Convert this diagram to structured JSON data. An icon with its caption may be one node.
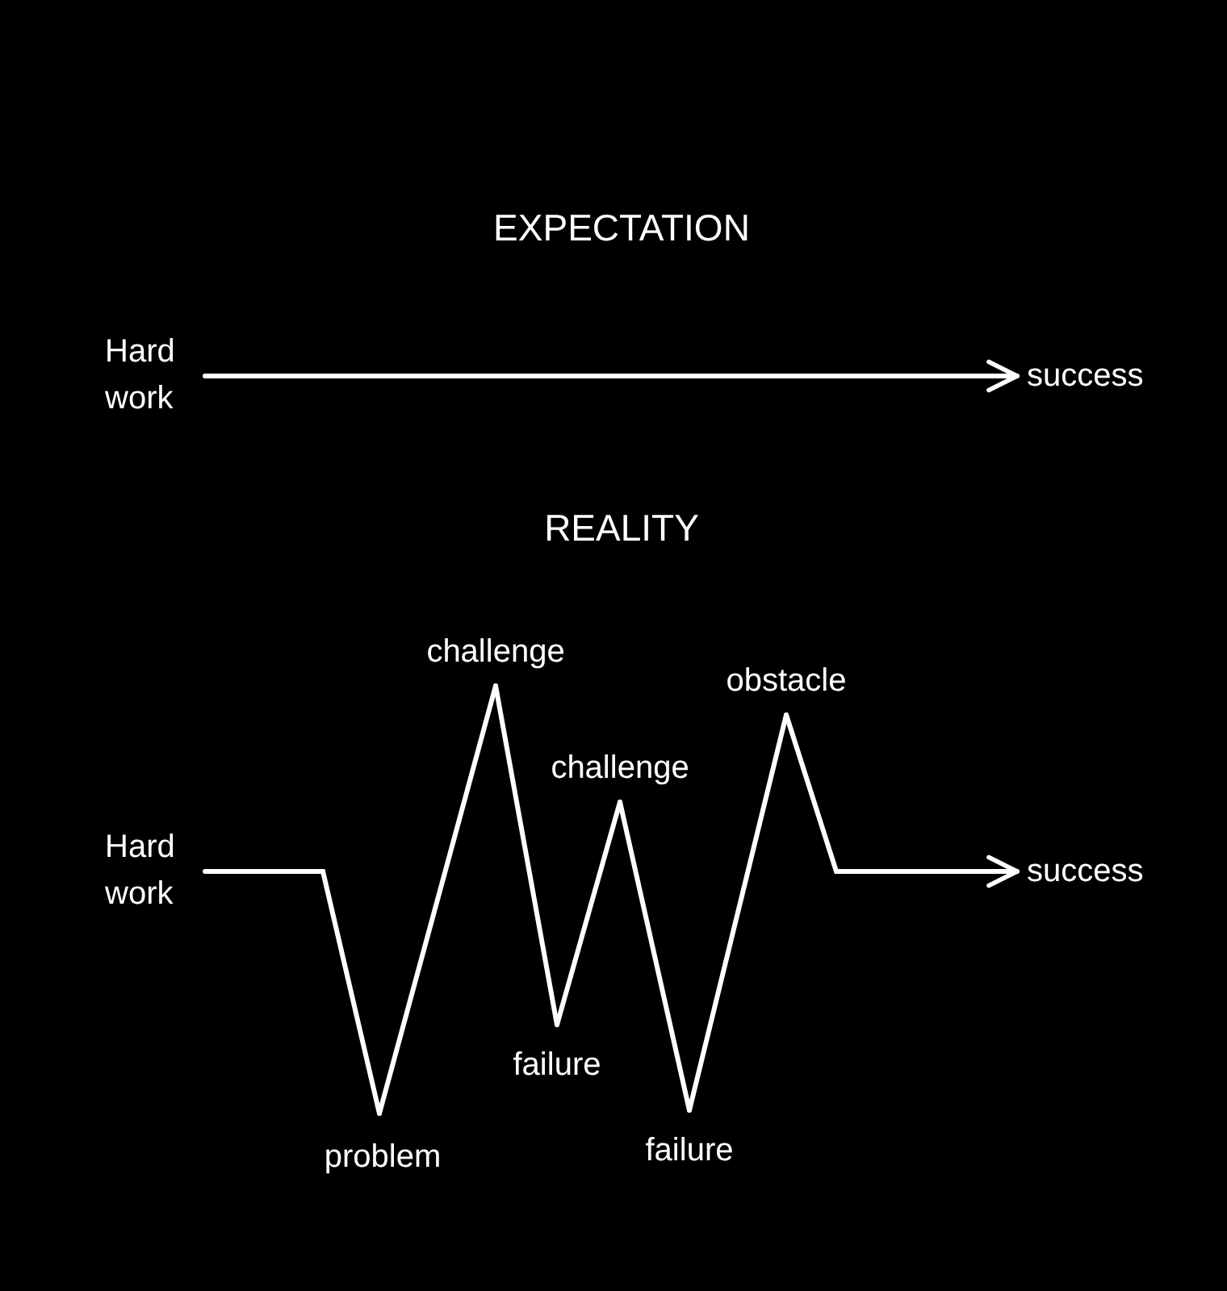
{
  "diagram": {
    "nodes": [
      {
        "text": [
          "Hard work"
        ]
      },
      {
        "text": [
          "success"
        ]
      },
      {
        "text": [
          "Hard work"
        ]
      },
      {
        "text": [
          "problem"
        ]
      },
      {
        "text": [
          "challenge"
        ]
      },
      {
        "text": [
          "failure"
        ]
      },
      {
        "text": [
          "challenge"
        ]
      },
      {
        "text": [
          "failure"
        ]
      },
      {
        "text": [
          "obstacle"
        ]
      },
      {
        "text": [
          "success"
        ]
      }
    ],
    "edges": [
      {
        "from": 0,
        "to": 1,
        "arrow": "to"
      },
      {
        "from": 2,
        "to": 3,
        "arrow": "none"
      },
      {
        "from": 3,
        "to": 4,
        "arrow": "none"
      },
      {
        "from": 4,
        "to": 5,
        "arrow": "none"
      },
      {
        "from": 5,
        "to": 6,
        "arrow": "none"
      },
      {
        "from": 6,
        "to": 7,
        "arrow": "none"
      },
      {
        "from": 7,
        "to": 8,
        "arrow": "none"
      },
      {
        "from": 8,
        "to": 9,
        "arrow": "to"
      }
    ],
    "labels": [
      "EXPECTATION",
      "REALITY"
    ]
  }
}
